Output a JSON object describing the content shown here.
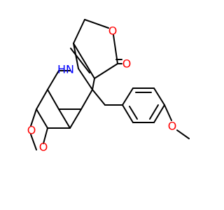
{
  "structure": {
    "atoms": [
      {
        "key": "O_ring",
        "label": "O",
        "color": "#ff0000"
      },
      {
        "key": "O_carbonyl",
        "label": "O",
        "color": "#ff0000"
      },
      {
        "key": "NH",
        "label": "H",
        "color": "#0000ff"
      },
      {
        "key": "N",
        "label": "N",
        "color": "#0000ff"
      },
      {
        "key": "O_diox_top",
        "label": "O",
        "color": "#ff0000"
      },
      {
        "key": "O_diox_bottom",
        "label": "O",
        "color": "#ff0000"
      },
      {
        "key": "O_methoxy",
        "label": "O",
        "color": "#ff0000"
      }
    ]
  }
}
